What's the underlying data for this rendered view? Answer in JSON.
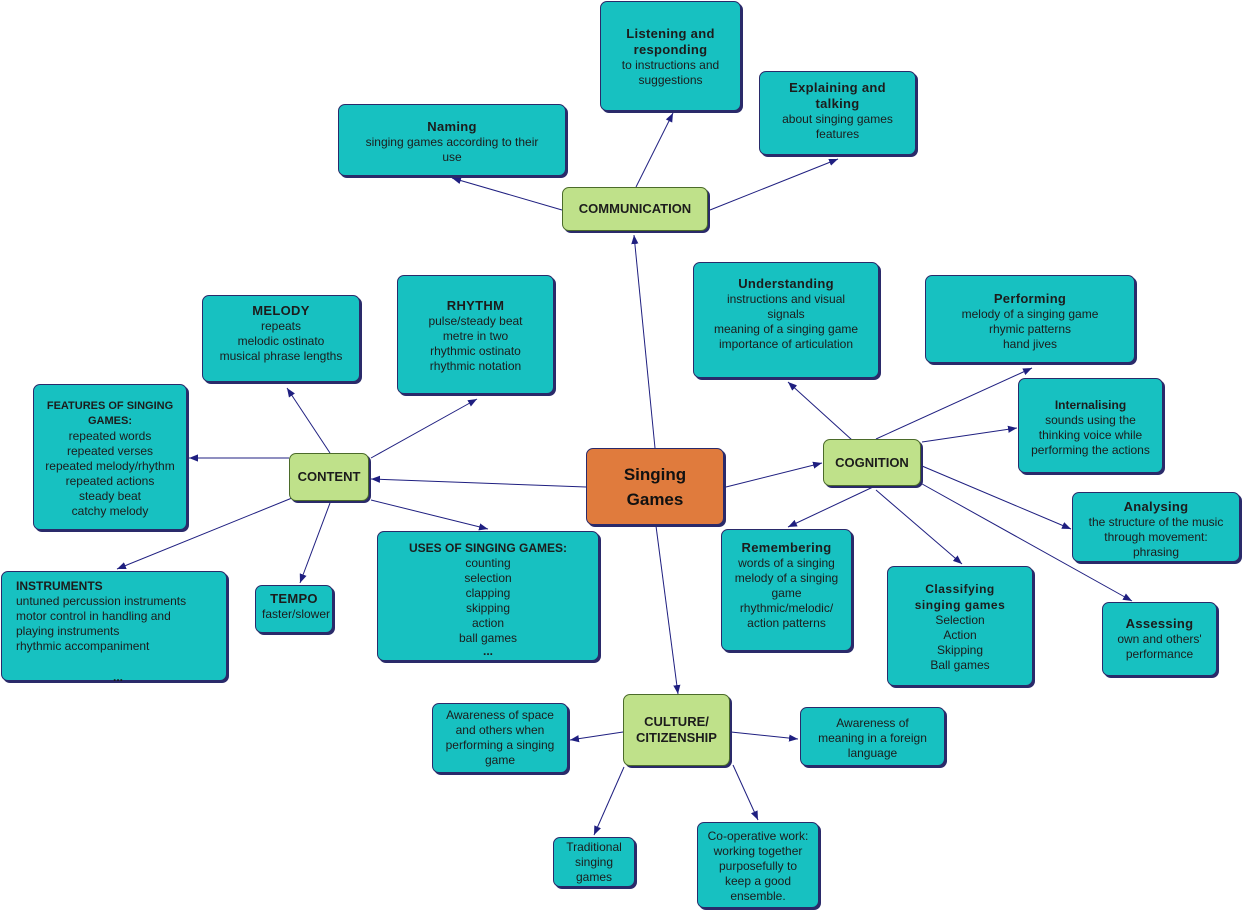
{
  "root": {
    "label_line1": "Singing",
    "label_line2": "Games"
  },
  "categories": {
    "communication": "COMMUNICATION",
    "content": "CONTENT",
    "cognition": "COGNITION",
    "culture_line1": "CULTURE/",
    "culture_line2": "CITIZENSHIP"
  },
  "communication": {
    "naming": {
      "title": "Naming",
      "lines": [
        "singing games according to their",
        "use"
      ]
    },
    "listening": {
      "title_line1": "Listening and",
      "title_line2": "responding",
      "lines": [
        "to instructions and",
        "suggestions"
      ]
    },
    "explaining": {
      "title_line1": "Explaining and",
      "title_line2": "talking",
      "lines": [
        "about singing games",
        "features"
      ]
    }
  },
  "content": {
    "melody": {
      "title": "MELODY",
      "lines": [
        "repeats",
        "melodic ostinato",
        "musical phrase lengths"
      ]
    },
    "rhythm": {
      "title": "RHYTHM",
      "lines": [
        "pulse/steady beat",
        "metre in two",
        "rhythmic ostinato",
        "rhythmic notation"
      ]
    },
    "features": {
      "title_line1": "FEATURES OF SINGING",
      "title_line2": "GAMES:",
      "lines": [
        "repeated words",
        "repeated verses",
        "repeated melody/rhythm",
        "repeated actions",
        "steady beat",
        "catchy melody"
      ]
    },
    "instruments": {
      "title": "INSTRUMENTS",
      "lines": [
        "untuned percussion instruments",
        "motor control in handling and",
        "playing instruments",
        "rhythmic  accompaniment"
      ],
      "ellipsis": "..."
    },
    "tempo": {
      "title": "TEMPO",
      "lines": [
        "faster/slower"
      ]
    },
    "uses": {
      "title": "USES OF SINGING GAMES:",
      "lines": [
        "counting",
        "selection",
        "clapping",
        "skipping",
        "action",
        "ball games"
      ],
      "ellipsis": "..."
    }
  },
  "cognition": {
    "understanding": {
      "title": "Understanding",
      "lines": [
        "instructions and visual",
        "signals",
        "meaning of a singing game",
        "importance of articulation"
      ]
    },
    "performing": {
      "title": "Performing",
      "lines": [
        "melody of a singing game",
        "rhymic patterns",
        "hand jives"
      ]
    },
    "internalising": {
      "title": "Internalising",
      "lines": [
        "sounds using the",
        "thinking voice while",
        "performing the actions"
      ]
    },
    "analysing": {
      "title": "Analysing",
      "lines": [
        "the structure of the music",
        "through movement:",
        "phrasing"
      ]
    },
    "remembering": {
      "title": "Remembering",
      "lines": [
        "words of a singing",
        "melody of a singing",
        "game",
        "rhythmic/melodic/",
        "action patterns"
      ]
    },
    "classifying": {
      "title_line1": "Classifying",
      "title_line2": "singing games",
      "lines": [
        "Selection",
        "Action",
        "Skipping",
        "Ball games"
      ]
    },
    "assessing": {
      "title": "Assessing",
      "lines": [
        "own and others'",
        "performance"
      ]
    }
  },
  "culture": {
    "awareness_space": {
      "lines": [
        "Awareness of space",
        "and others when",
        "performing a singing",
        "game"
      ]
    },
    "awareness_meaning": {
      "lines": [
        "Awareness of",
        "meaning in a foreign",
        "language"
      ]
    },
    "traditional": {
      "lines": [
        "Traditional",
        "singing",
        "games"
      ]
    },
    "cooperative": {
      "lines": [
        "Co-operative work:",
        "working together",
        "purposefully to",
        "keep a good",
        "ensemble."
      ]
    }
  },
  "colors": {
    "leaf": "#17c1c1",
    "category": "#bfe18a",
    "root": "#e07b3d",
    "edge": "#1f1f80"
  }
}
